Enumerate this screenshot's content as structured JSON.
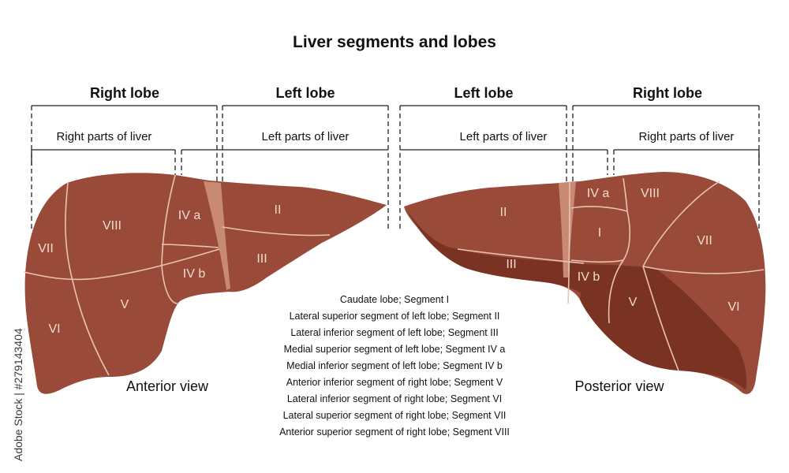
{
  "title": "Liver segments and lobes",
  "anterior": {
    "right_lobe": "Right lobe",
    "left_lobe": "Left lobe",
    "right_parts": "Right parts of liver",
    "left_parts": "Left parts of liver",
    "view": "Anterior view",
    "segments": [
      "II",
      "III",
      "IV a",
      "IV b",
      "V",
      "VI",
      "VII",
      "VIII"
    ]
  },
  "posterior": {
    "left_lobe": "Left lobe",
    "right_lobe": "Right lobe",
    "left_parts": "Left parts of liver",
    "right_parts": "Right parts of liver",
    "view": "Posterior view",
    "segments": [
      "II",
      "III",
      "IV a",
      "I",
      "IV b",
      "V",
      "VI",
      "VII",
      "VIII"
    ]
  },
  "legend": [
    "Caudate lobe; Segment I",
    "Lateral superior segment of left lobe; Segment II",
    "Lateral inferior segment of left lobe; Segment III",
    "Medial superior segment of left lobe; Segment IV a",
    "Medial inferior segment of left lobe; Segment IV b",
    "Anterior inferior segment of right lobe; Segment V",
    "Lateral  inferior segment of right lobe; Segment VI",
    "Lateral  superior segment of right lobe; Segment VII",
    "Anterior superior segment of right lobe; Segment VIII"
  ],
  "credit": "Adobe Stock | #279143404",
  "colors": {
    "liver": "#9a4a38",
    "liver_dark": "#7a3222",
    "ligament": "#c98a74",
    "segment_lines": "#e9c3b4",
    "segment_text": "#f2dcd0"
  }
}
